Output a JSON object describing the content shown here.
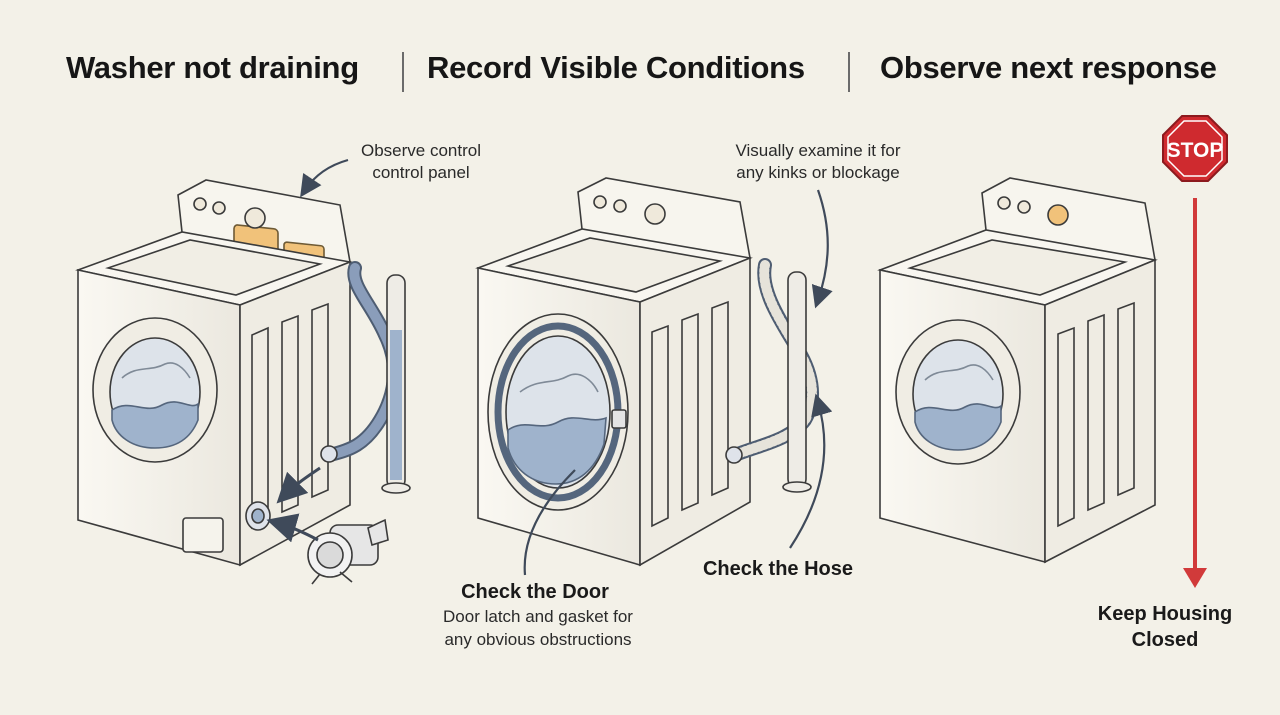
{
  "steps": [
    {
      "title": "Washer not draining"
    },
    {
      "title": "Record Visible Conditions"
    },
    {
      "title": "Observe next response"
    }
  ],
  "notes": {
    "control_panel": {
      "line1": "Observe control",
      "line2": "control panel"
    },
    "hose_examine": {
      "line1": "Visually examine it for",
      "line2": "any kinks or blockage"
    }
  },
  "labels": {
    "check_door": {
      "title": "Check the Door",
      "line1": "Door latch and gasket for",
      "line2": "any obvious obstructions"
    },
    "check_hose": {
      "title": "Check the Hose"
    },
    "keep_closed": {
      "line1": "Keep Housing",
      "line2": "Closed"
    }
  },
  "stop_sign": {
    "text": "STOP",
    "color": "#cf2a2f"
  },
  "colors": {
    "background": "#f3f1e8",
    "water": "#9fb3cc",
    "hose": "#8a9dba",
    "panel_accent": "#f1c27a",
    "arrow": "#d13a3a"
  },
  "icons": [
    "washer-icon",
    "drain-pump-icon",
    "stop-sign-icon",
    "down-arrow-icon"
  ]
}
